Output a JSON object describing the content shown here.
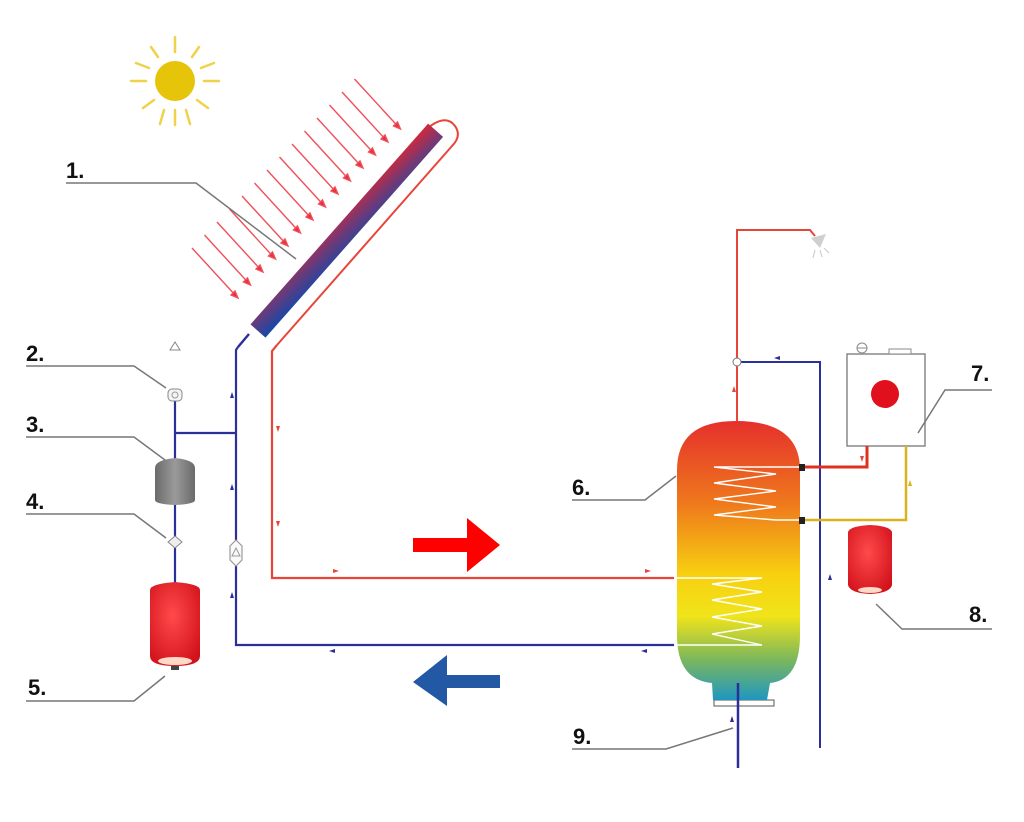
{
  "diagram": {
    "title": "Solar water heating system",
    "colors": {
      "hot_pipe": "#e8453a",
      "cold_pipe": "#2b2f9a",
      "boiler_pipe": "#d9b21c",
      "sun": "#e6c40a",
      "flow_arrow_hot": "#ff0000",
      "flow_arrow_cold": "#2358a4",
      "leader_line": "#777777"
    },
    "labels": [
      {
        "id": "1",
        "text": "1.",
        "component": "solar collector"
      },
      {
        "id": "2",
        "text": "2.",
        "component": "air vent valve"
      },
      {
        "id": "3",
        "text": "3.",
        "component": "expansion vessel"
      },
      {
        "id": "4",
        "text": "4.",
        "component": "check valve"
      },
      {
        "id": "5",
        "text": "5.",
        "component": "red expansion tank"
      },
      {
        "id": "6",
        "text": "6.",
        "component": "hot water storage tank"
      },
      {
        "id": "7",
        "text": "7.",
        "component": "boiler"
      },
      {
        "id": "8",
        "text": "8.",
        "component": "expansion tank"
      },
      {
        "id": "9",
        "text": "9.",
        "component": "cold water inlet"
      }
    ]
  }
}
